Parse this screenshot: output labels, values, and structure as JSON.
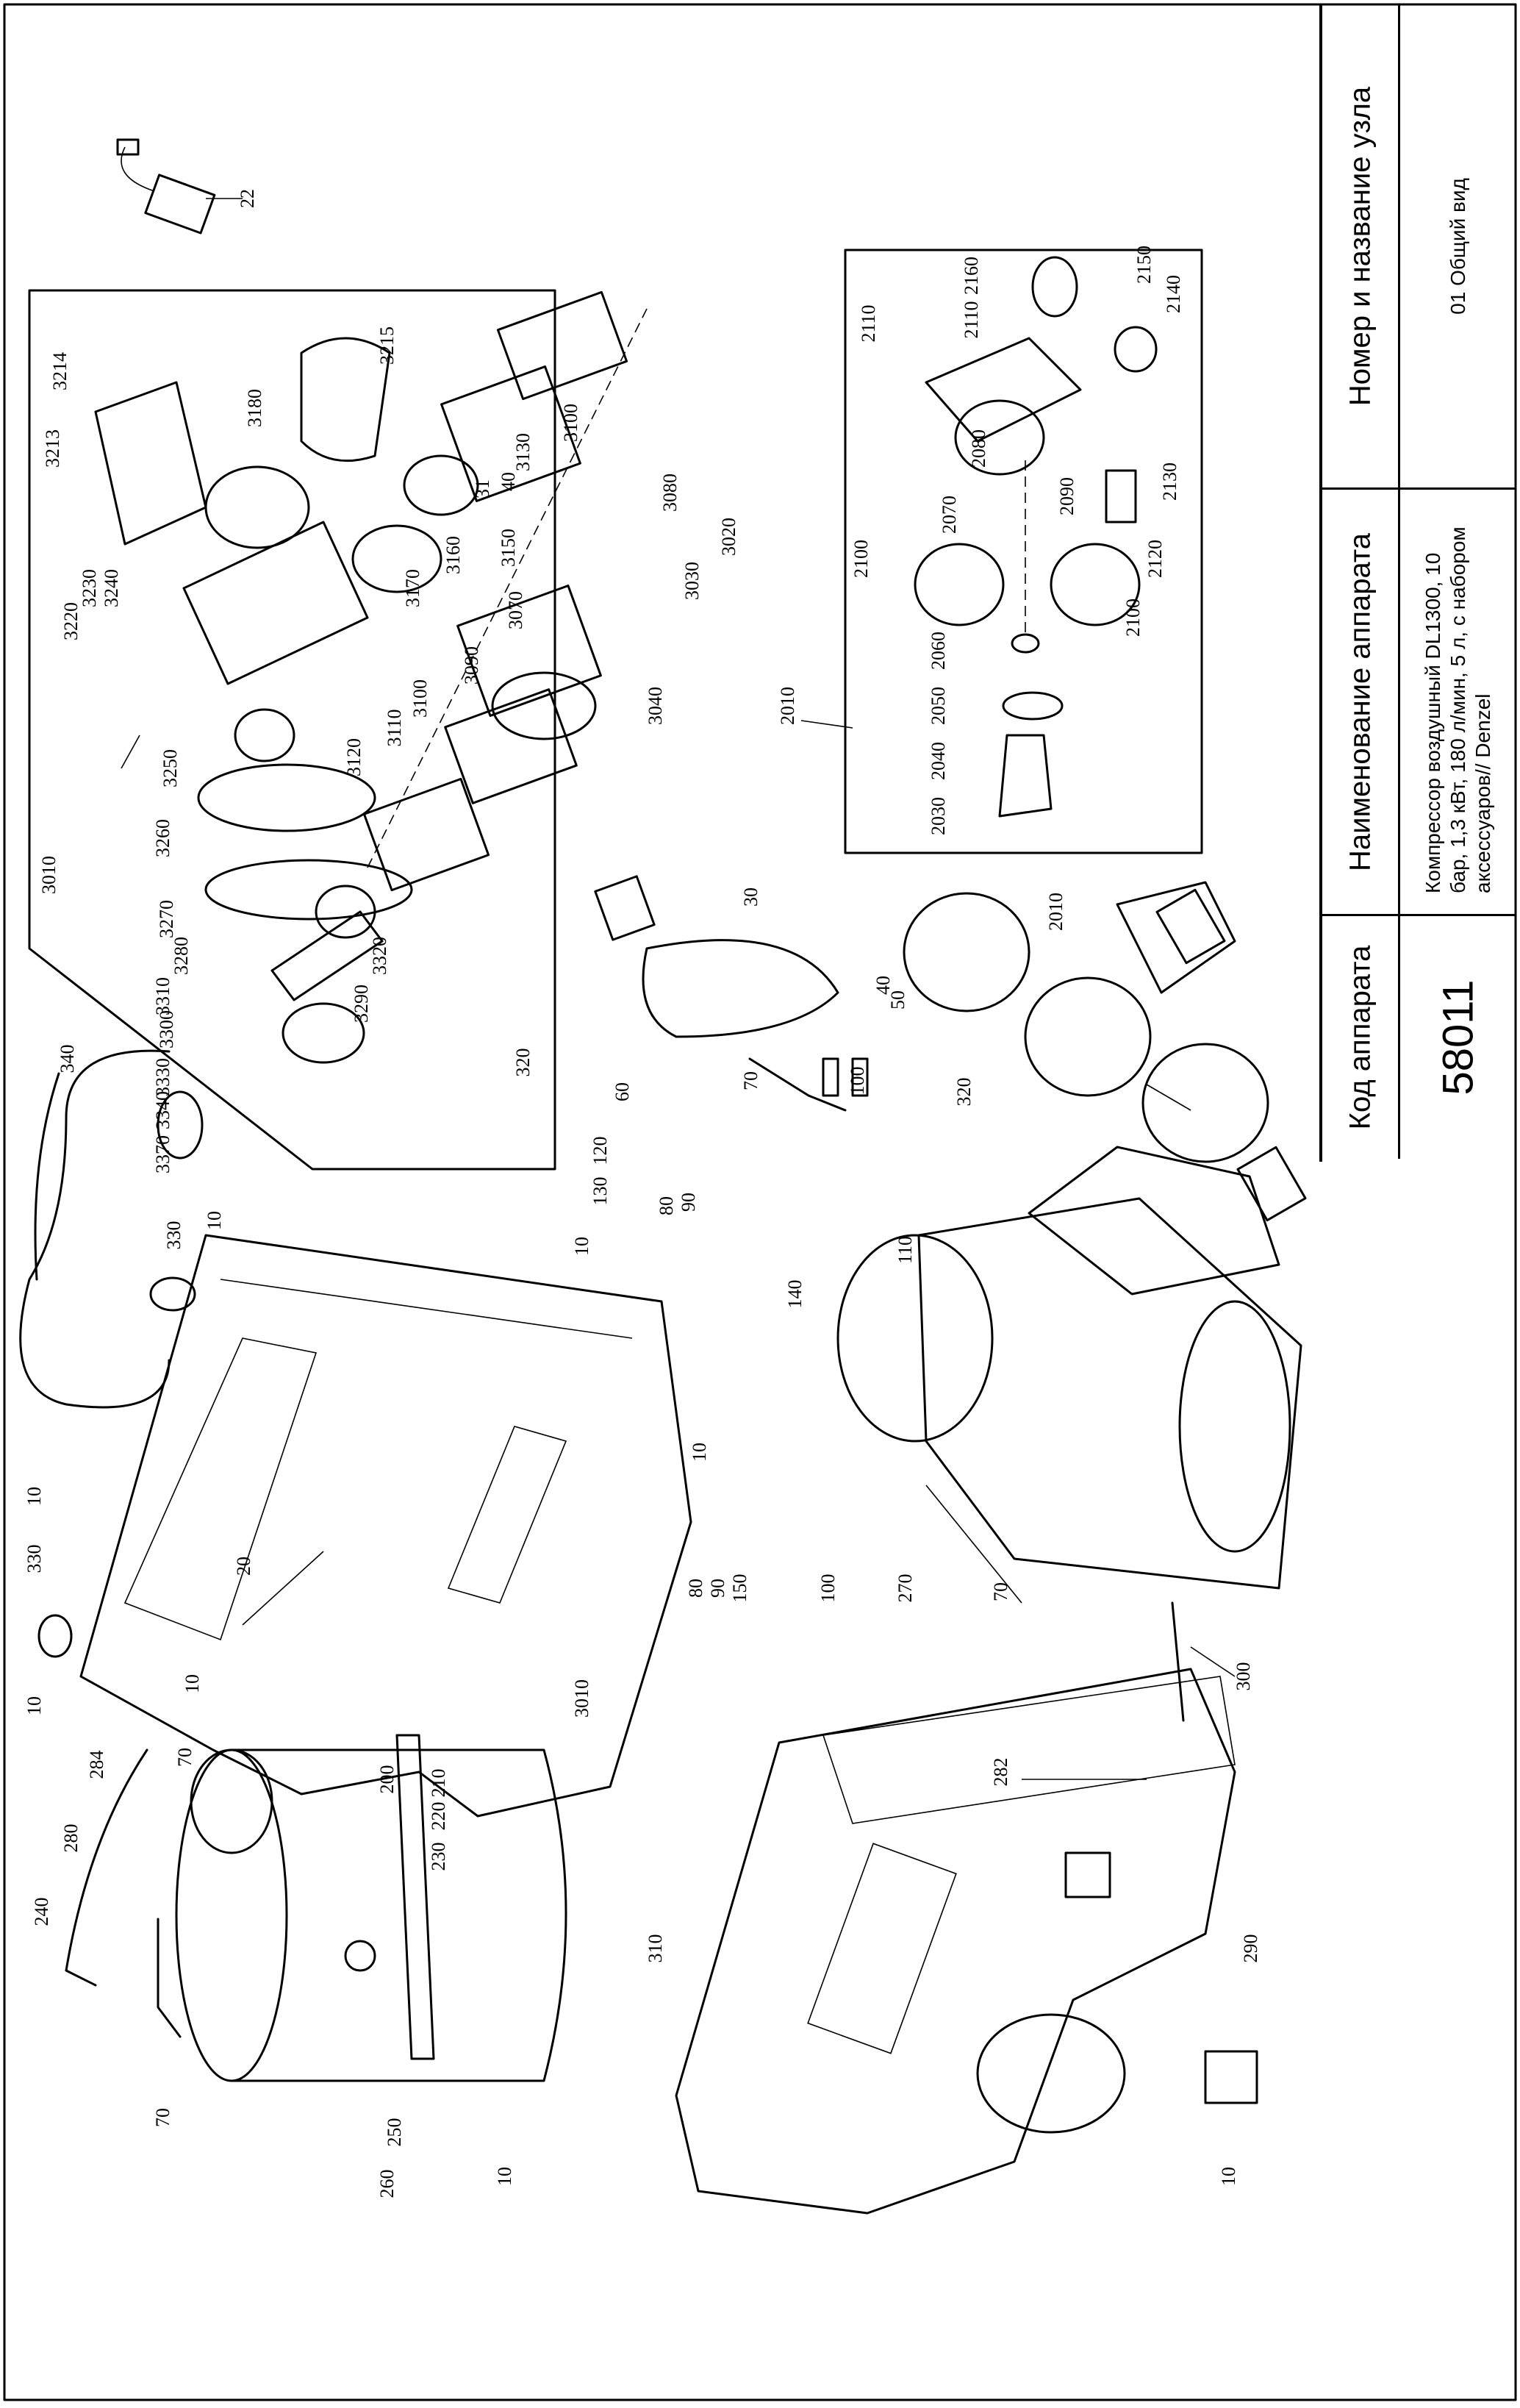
{
  "title_block": {
    "code_header": "Код аппарата",
    "code_value": "58011",
    "name_header": "Наименование аппарата",
    "name_value": "Компрессор воздушный DL1300, 10 бар, 1,3 кВт, 180 л/мин, 5 л, с набором аксессуаров// Denzel",
    "node_header": "Номер и название узла",
    "node_value": "01 Общий вид"
  },
  "callouts": [
    "22",
    "3214",
    "3213",
    "3215",
    "3180",
    "3100",
    "3220",
    "3230",
    "3240",
    "31",
    "40",
    "3130",
    "3150",
    "3160",
    "3170",
    "3080",
    "3020",
    "3030",
    "3070",
    "3090",
    "3100",
    "3110",
    "3120",
    "3250",
    "3040",
    "3260",
    "3270",
    "3280",
    "3320",
    "3290",
    "3310",
    "3300",
    "3330",
    "3340",
    "3370",
    "3010",
    "2010",
    "2110",
    "2160",
    "2150",
    "2140",
    "2110",
    "2080",
    "2070",
    "2090",
    "2130",
    "2120",
    "2100",
    "2100",
    "2060",
    "2050",
    "2040",
    "2030",
    "340",
    "320",
    "30",
    "60",
    "40",
    "50",
    "70",
    "120",
    "100",
    "130",
    "80",
    "90",
    "110",
    "140",
    "2010",
    "320",
    "330",
    "10",
    "10",
    "10",
    "330",
    "20",
    "10",
    "10",
    "10",
    "3010",
    "70",
    "80",
    "90",
    "150",
    "100",
    "270",
    "300",
    "282",
    "284",
    "280",
    "240",
    "70",
    "200",
    "210",
    "220",
    "230",
    "70",
    "250",
    "310",
    "260",
    "10",
    "290",
    "10"
  ]
}
